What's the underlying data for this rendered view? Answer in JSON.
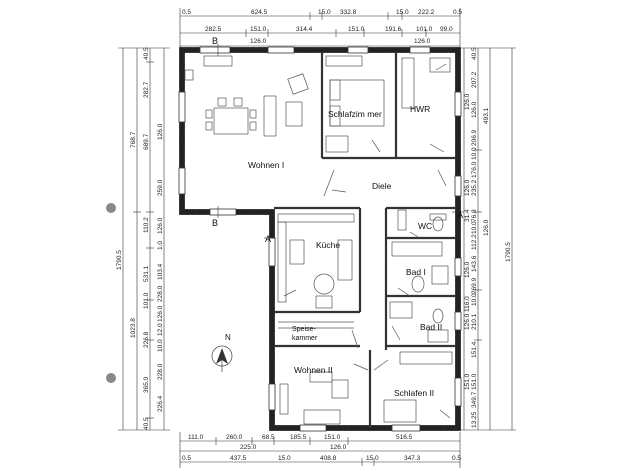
{
  "rooms": {
    "wohnen1": "Wohnen I",
    "schlafzimmer": "Schlafzim mer",
    "hwr": "HWR",
    "diele": "Diele",
    "wc": "WC",
    "kueche": "Küche",
    "bad1": "Bad I",
    "bad2": "Bad II",
    "speise1": "Speise-",
    "speise2": "kammer",
    "wohnen2": "Wohnen II",
    "schlafen2": "Schlafen II"
  },
  "section_marks": {
    "a_left": "A",
    "a_right": "A",
    "b_top": "B",
    "b_bottom": "B"
  },
  "north": "N",
  "top_dims": {
    "row1": [
      "0.5",
      "624.5",
      "15.0",
      "332.8",
      "15.0",
      "222.2",
      "0.5"
    ],
    "row2": [
      "282.5",
      "151.0",
      "314.4",
      "151.0",
      "191.6",
      "101.0",
      "99.0"
    ],
    "row3": [
      "126.0",
      "126.0"
    ]
  },
  "bottom_dims": {
    "row1": [
      "111.0",
      "260.0",
      "68.5",
      "185.5",
      "151.0",
      "516.5"
    ],
    "row2": [
      "225.0",
      "126.0"
    ],
    "row3": [
      "0.5",
      "437.5",
      "15.0",
      "408.8",
      "15.0",
      "347.3",
      "0.5"
    ]
  },
  "left_dims": {
    "outer": [
      "1790.5"
    ],
    "mid": [
      "768.7",
      "1023.8"
    ],
    "inner": [
      "40.5",
      "282.7",
      "689.7",
      "110.2",
      "531.1",
      "101.0",
      "226.8",
      "365.0",
      "40.5"
    ],
    "innermost": [
      "126.0",
      "259.0",
      "126.0",
      "1.0",
      "103.4",
      "228.0",
      "126.0",
      "226.4",
      "228.0",
      "12.0",
      "10.0"
    ]
  },
  "right_dims": {
    "outer": [
      "1790.5"
    ],
    "mid": [
      "493.1",
      "126.0"
    ],
    "inner": [
      "40.5",
      "207.2",
      "126.0",
      "206.9",
      "10.0",
      "176.0",
      "235.2",
      "76.8",
      "10.0",
      "112.2",
      "143.6",
      "269.9",
      "10.0",
      "210.1",
      "151.4",
      "151.0",
      "349.7",
      "13.25"
    ],
    "innermost": [
      "126.0",
      "31.4",
      "126.0",
      "126.0",
      "126.0",
      "116.0",
      "151.0"
    ]
  }
}
